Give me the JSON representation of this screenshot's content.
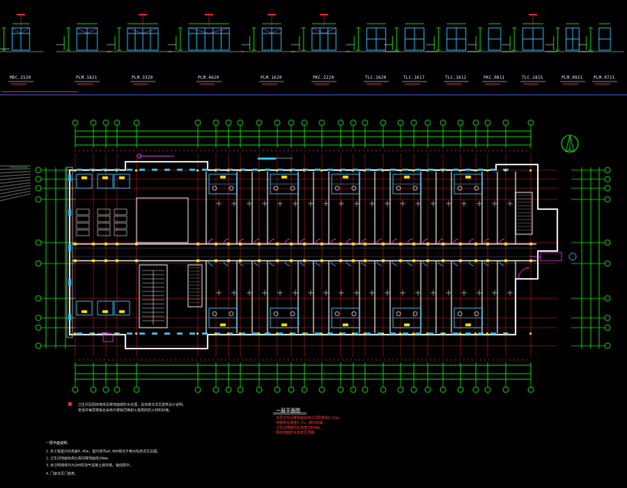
{
  "drawing": {
    "colors": {
      "background": "#000000",
      "wall": "#ffffff",
      "dim_green": "#19e619",
      "axis_red": "#ff2b2b",
      "window_cyan": "#36c7ff",
      "fixture_yellow": "#ffe000",
      "door_magenta": "#ff44ff",
      "annot_red": "#ff3030"
    },
    "window_schedule": [
      {
        "code": "MDC.1520"
      },
      {
        "code": "PLM.1821"
      },
      {
        "code": "PLM.3320"
      },
      {
        "code": "PLM.4620"
      },
      {
        "code": "PLM.1620"
      },
      {
        "code": "PKC.2220"
      },
      {
        "code": "TLC.1620"
      },
      {
        "code": "TLC.1617"
      },
      {
        "code": "TLC.1612"
      },
      {
        "code": "PKC.0811"
      },
      {
        "code": "TLC.1815"
      },
      {
        "code": "PLM.0921"
      },
      {
        "code": "PLM.0721"
      }
    ],
    "plan_title": "一层平面图",
    "notes": {
      "red_lines": [
        "本层卫生间楼地面标高比同层降低0.02m。",
        "地面排水坡度0.5%，坡向地漏。",
        "卫生间墙面防水高度1800mm。",
        "厨房墙面防水高度至顶棚。"
      ],
      "legend_lines": [
        "卫生间及厨房墙体及楼地面做防水处理，具体做法详见建筑设计说明。",
        "管道井每层楼板处采用与楼板同等耐火极限的防火材料封堵。"
      ],
      "general_title": "一层平面说明：",
      "general_lines": [
        "1.本工程室内外高差0.45m，室内地坪±0.000相当于绝对标高详见总图。",
        "2.卫生间地面标高比相邻楼地面低20mm。",
        "3.未注明墙体均为200厚加气混凝土砌块墙，轴线居中。",
        "4.门窗详见门窗表。"
      ]
    }
  }
}
